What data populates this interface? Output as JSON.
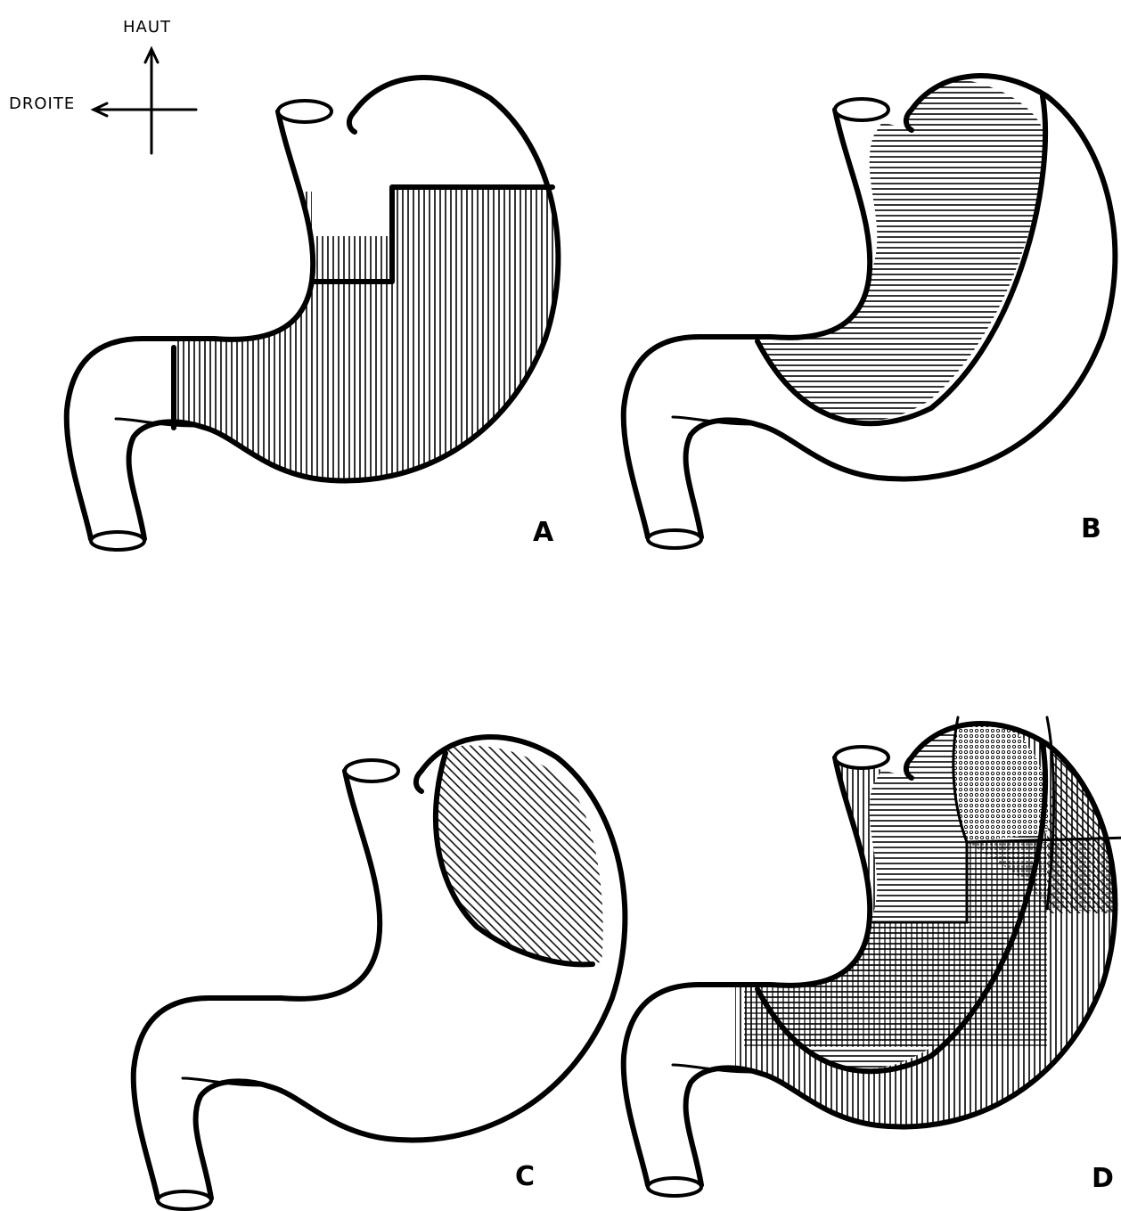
{
  "orientation": {
    "up_label": "HAUT",
    "right_label": "DROITE"
  },
  "panels": [
    {
      "letter": "A",
      "shading": "vertical-hatch"
    },
    {
      "letter": "B",
      "shading": "horizontal-hatch"
    },
    {
      "letter": "C",
      "shading": "diagonal-hatch"
    },
    {
      "letter": "D",
      "shading": "combined-hatch"
    }
  ],
  "colors": {
    "ink": "#000000",
    "paper": "#ffffff"
  }
}
